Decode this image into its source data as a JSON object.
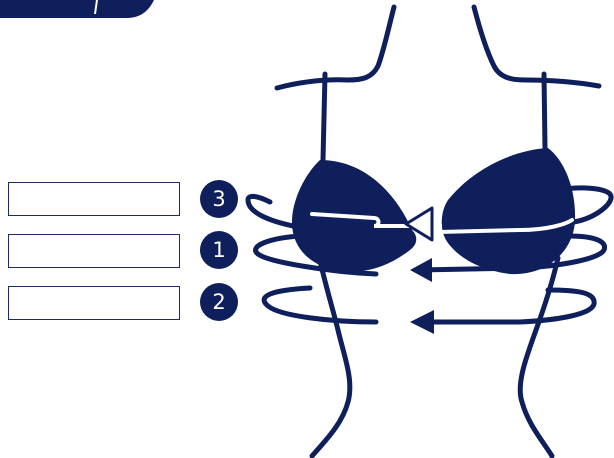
{
  "colors": {
    "navy": "#0e1f5b",
    "field_border": "#1c2a66",
    "background": "#ffffff"
  },
  "measurements": [
    {
      "step": "3",
      "value": "",
      "placeholder": ""
    },
    {
      "step": "1",
      "value": "",
      "placeholder": ""
    },
    {
      "step": "2",
      "value": "",
      "placeholder": ""
    }
  ],
  "icons": [
    "corner-tab-icon",
    "torso-bra-illustration",
    "arrow-left-icon"
  ]
}
